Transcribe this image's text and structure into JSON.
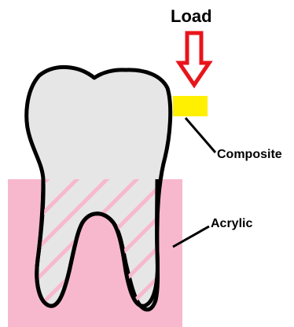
{
  "labels": {
    "load": "Load",
    "composite": "Composite",
    "acrylic": "Acrylic"
  },
  "colors": {
    "acrylic_block": "#f7b8cd",
    "tooth_fill": "#e6e6e6",
    "tooth_outline": "#000000",
    "composite": "#ffef00",
    "load_arrow": "#e8141c",
    "hatch": "#f7b8cd"
  }
}
